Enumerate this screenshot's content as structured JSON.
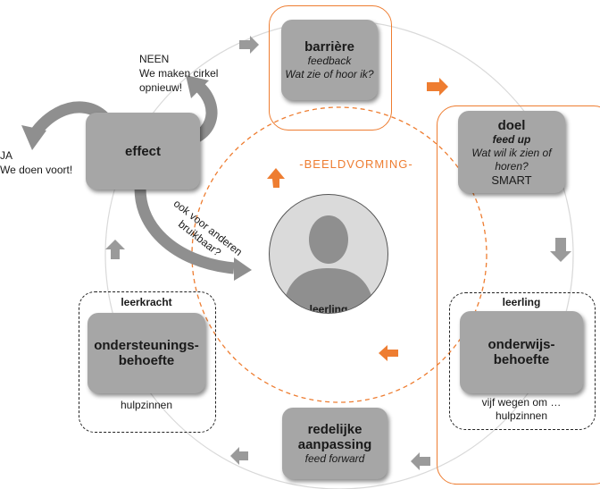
{
  "center_label": "-BEELDVORMING-",
  "student": {
    "label": "leerling"
  },
  "effect": {
    "title": "effect"
  },
  "decision": {
    "no": {
      "line1": "NEEN",
      "line2": "We maken cirkel",
      "line3": "opnieuw!"
    },
    "yes": {
      "line1": "JA",
      "line2": "We doen voort!"
    }
  },
  "reuse_note": {
    "line1": "ook voor anderen",
    "line2": "bruikbaar?"
  },
  "barriere": {
    "title": "barrière",
    "line1": "feedback",
    "line2": "Wat zie of hoor ik?"
  },
  "doel": {
    "title": "doel",
    "line1": "feed up",
    "line2": "Wat wil ik zien of",
    "line3": "horen?",
    "line4": "SMART"
  },
  "onderwijs": {
    "header": "leerling",
    "title1": "onderwijs-",
    "title2": "behoefte",
    "footer1": "vijf wegen om …",
    "footer2": "hulpzinnen"
  },
  "aanpassing": {
    "title1": "redelijke",
    "title2": "aanpassing",
    "line1": "feed forward"
  },
  "ondersteuning": {
    "header": "leerkracht",
    "title1": "ondersteunings-",
    "title2": "behoefte",
    "footer": "hulpzinnen"
  },
  "colors": {
    "accent": "#ee7d31",
    "box": "#a6a6a6",
    "arrow_gray": "#9a9a9a"
  }
}
